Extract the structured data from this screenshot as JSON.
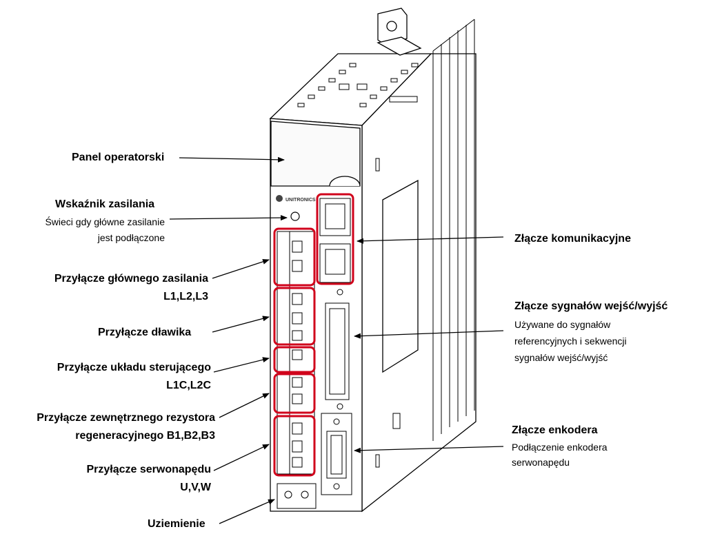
{
  "labels": {
    "operator_panel": "Panel operatorski",
    "power_indicator": {
      "title": "Wskaźnik zasilania",
      "desc1": "Świeci gdy główne zasilanie",
      "desc2": "jest podłączone"
    },
    "main_power": {
      "line1": "Przyłącze głównego zasilania",
      "line2": "L1,L2,L3"
    },
    "reactor": "Przyłącze dławika",
    "control_circuit": {
      "line1": "Przyłącze układu sterującego",
      "line2": "L1C,L2C"
    },
    "regen_resistor": {
      "line1": "Przyłącze zewnętrznego rezystora",
      "line2": "regeneracyjnego B1,B2,B3"
    },
    "servo_motor": {
      "line1": "Przyłącze serwonapędu",
      "line2": "U,V,W"
    },
    "ground": "Uziemienie",
    "comm": "Złącze komunikacyjne",
    "io": {
      "title": "Złącze sygnałów wejść/wyjść",
      "desc1": "Używane do sygnałów",
      "desc2": "referencyjnych i sekwencji",
      "desc3": "sygnałów wejść/wyjść"
    },
    "encoder": {
      "title": "Złącze enkodera",
      "desc1": "Podłączenie enkodera",
      "desc2": "serwonapędu"
    }
  },
  "brand_logo": "UNITRONICS",
  "highlight_color": "#d0021b"
}
